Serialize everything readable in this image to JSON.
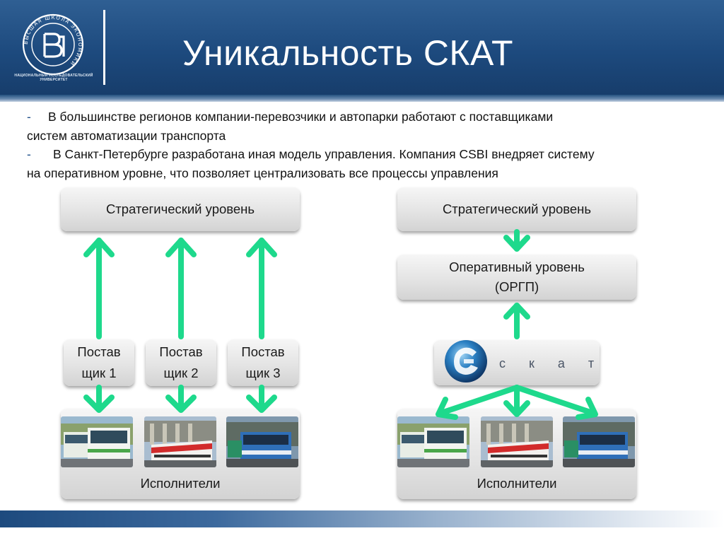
{
  "header": {
    "title": "Уникальность СКАТ",
    "logo_caption": "НАЦИОНАЛЬНЫЙ ИССЛЕДОВАТЕЛЬСКИЙ УНИВЕРСИТЕТ",
    "logo_ring_text": "ВЫСШАЯ ШКОЛА ЭКОНОМИКИ",
    "colors": {
      "header_bg": "#1d4a7e",
      "arrow": "#1ed98c"
    }
  },
  "intro": {
    "bullet1_dash": "-",
    "bullet1_line1": "В большинстве регионов компании-перевозчики и автопарки работают с поставщиками",
    "bullet1_line2": "систем автоматизации транспорта",
    "bullet2_dash": "-",
    "bullet2_line1": "В Санкт-Петербурге разработана иная модель управления.  Компания CSBI внедряет систему",
    "bullet2_line2": "на оперативном уровне, что позволяет централизовать все процессы управления"
  },
  "left": {
    "strategic": "Стратегический уровень",
    "suppliers": [
      {
        "line1": "Постав",
        "line2": "щик 1"
      },
      {
        "line1": "Постав",
        "line2": "щик 2"
      },
      {
        "line1": "Постав",
        "line2": "щик 3"
      }
    ],
    "executors": "Исполнители"
  },
  "right": {
    "strategic": "Стратегический уровень",
    "operational_line1": "Оперативный уровень",
    "operational_line2": "(ОРГП)",
    "skat_word": "с к а т",
    "executors": "Исполнители"
  }
}
